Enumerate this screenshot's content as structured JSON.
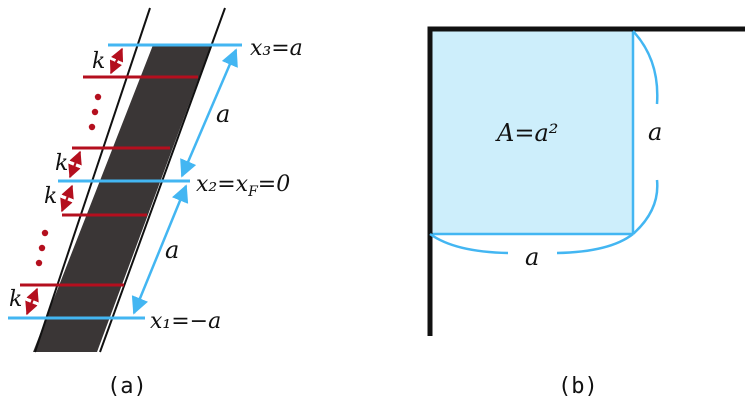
{
  "colors": {
    "band": "#3a3636",
    "accent_blue": "#43b6f2",
    "rung_red": "#b40f1e",
    "square_fill": "#cdeefb",
    "ink": "#111111"
  },
  "panel_a": {
    "caption": "(a)",
    "labels": {
      "x3": "x₃=a",
      "x2": "x₂=x",
      "x2_sub": "F",
      "x2_rest": "=0",
      "x1": "x₁=−a",
      "a_upper": "a",
      "a_lower": "a",
      "k_top": "k",
      "k_mid": "k",
      "k_mid2": "k",
      "k_bottom": "k"
    }
  },
  "panel_b": {
    "caption": "(b)",
    "labels": {
      "area": "A=a²",
      "side_right": "a",
      "side_bottom": "a"
    }
  }
}
